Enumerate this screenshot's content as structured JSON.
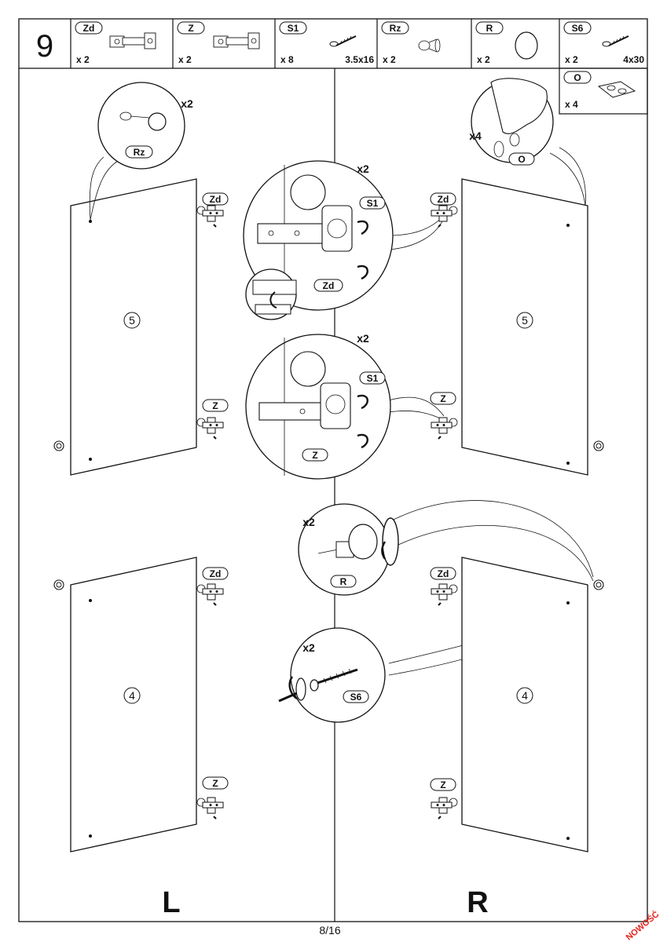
{
  "step": {
    "number": "9"
  },
  "parts": [
    {
      "code": "Zd",
      "qty": "x 2",
      "size": ""
    },
    {
      "code": "Z",
      "qty": "x 2",
      "size": ""
    },
    {
      "code": "S1",
      "qty": "x 8",
      "size": "3.5x16"
    },
    {
      "code": "Rz",
      "qty": "x 2",
      "size": ""
    },
    {
      "code": "R",
      "qty": "x 2",
      "size": ""
    },
    {
      "code": "S6",
      "qty": "x 2",
      "size": "4x30"
    },
    {
      "code": "O",
      "qty": "x 4",
      "size": ""
    }
  ],
  "panels": {
    "upper": "5",
    "lower": "4"
  },
  "details": {
    "rz_label": "Rz",
    "rz_qty": "x2",
    "o_label": "O",
    "o_qty": "x4",
    "zd_hinge_qty": "x2",
    "zd_screw": "S1",
    "zd_label": "Zd",
    "z_hinge_qty": "x2",
    "z_screw": "S1",
    "z_label": "Z",
    "r_qty": "x2",
    "r_label": "R",
    "s6_qty": "x2",
    "s6_label": "S6"
  },
  "hinge_tags": {
    "zd": "Zd",
    "z": "Z"
  },
  "sides": {
    "left": "L",
    "right": "R"
  },
  "footer": {
    "page": "8/16",
    "brand": "NOWOŚĆ"
  }
}
